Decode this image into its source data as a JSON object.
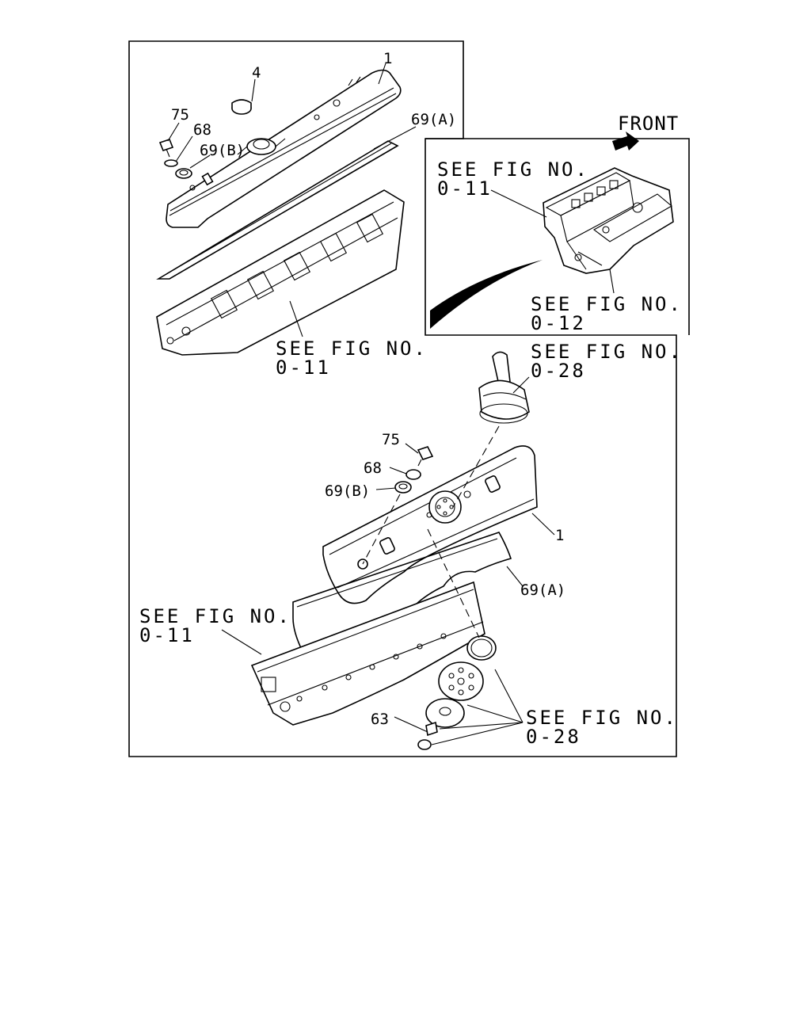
{
  "labels": {
    "top_cover": "1",
    "top_cap": "4",
    "top_bolt": "75",
    "top_washer": "68",
    "top_seal_b": "69(B)",
    "top_gasket_a": "69(A)",
    "top_see_head_1": "SEE FIG NO.",
    "top_see_head_2": "0-11",
    "front": "FRONT",
    "engine_see_head_1": "SEE FIG NO.",
    "engine_see_head_2": "0-11",
    "engine_see_block_1": "SEE FIG NO.",
    "engine_see_block_2": "0-12",
    "bottom_see_breather_1": "SEE FIG NO.",
    "bottom_see_breather_2": "0-28",
    "bottom_bolt": "75",
    "bottom_washer": "68",
    "bottom_seal_b": "69(B)",
    "bottom_cover": "1",
    "bottom_gasket_a": "69(A)",
    "bottom_see_head_1": "SEE FIG NO.",
    "bottom_see_head_2": "0-11",
    "bottom_plug": "63",
    "bottom_see_parts_1": "SEE FIG NO.",
    "bottom_see_parts_2": "0-28"
  }
}
